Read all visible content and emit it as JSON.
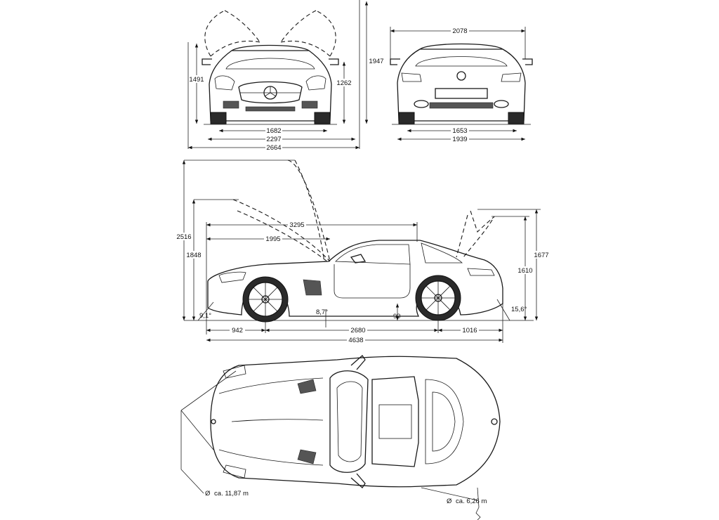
{
  "front_view": {
    "width_track": "1682",
    "width_body": "2297",
    "width_open_doors": "2664",
    "height_body": "1491",
    "height_doors_open": "1947",
    "height_mirror": "1262"
  },
  "rear_view": {
    "width_mirrors": "2078",
    "width_track": "1653",
    "width_body": "1939"
  },
  "side_view": {
    "height_doors_open": "2516",
    "height_roof_doors": "1848",
    "length_doors_reach": "3295",
    "length_front_to_door": "1995",
    "height_trunk_open": "1677",
    "height_trunk_partial": "1610",
    "overhang_front": "942",
    "wheelbase": "2680",
    "overhang_rear": "1016",
    "length_total": "4638",
    "angle_front": "9,1°",
    "angle_ramp": "8,7°",
    "ground_clearance": "99",
    "angle_rear": "15,6°"
  },
  "top_view": {
    "turning_circle_outer": "ca. 11,87 m",
    "turning_circle_inner": "ca. 6,26 m",
    "diameter_symbol": "Ø"
  }
}
